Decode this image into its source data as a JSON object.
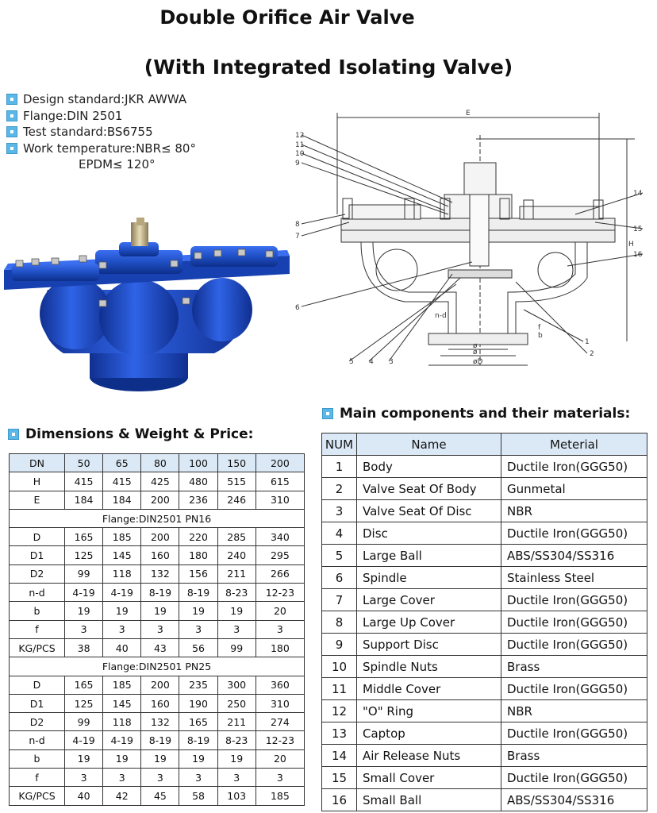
{
  "title_line1": "Double Orifice Air Valve",
  "title_line2": "(With Integrated Isolating Valve)",
  "specs": [
    "Design standard:JKR AWWA",
    "Flange:DIN 2501",
    "Test standard:BS6755",
    "Work temperature:NBR≤ 80°"
  ],
  "specs_continuation": "EPDM≤ 120°",
  "drawing_labels": {
    "E": "E",
    "H": "H",
    "nd": "n-d",
    "b": "b",
    "f": "f",
    "d1": "ø",
    "d2": "ø",
    "dD": "øD",
    "n1": "1",
    "n2": "2",
    "n3": "3",
    "n4": "4",
    "n5": "5",
    "n6": "6",
    "n7": "7",
    "n8": "8",
    "n9": "9",
    "n10": "10",
    "n11": "11",
    "n12": "12",
    "n14": "14",
    "n15": "15",
    "n16": "16"
  },
  "dimensions": {
    "heading": "Dimensions & Weight & Price:",
    "header": [
      "DN",
      "50",
      "65",
      "80",
      "100",
      "150",
      "200"
    ],
    "rows_top": [
      [
        "H",
        "415",
        "415",
        "425",
        "480",
        "515",
        "615"
      ],
      [
        "E",
        "184",
        "184",
        "200",
        "236",
        "246",
        "310"
      ]
    ],
    "pn16_label": "Flange:DIN2501 PN16",
    "rows_pn16": [
      [
        "D",
        "165",
        "185",
        "200",
        "220",
        "285",
        "340"
      ],
      [
        "D1",
        "125",
        "145",
        "160",
        "180",
        "240",
        "295"
      ],
      [
        "D2",
        "99",
        "118",
        "132",
        "156",
        "211",
        "266"
      ],
      [
        "n-d",
        "4-19",
        "4-19",
        "8-19",
        "8-19",
        "8-23",
        "12-23"
      ],
      [
        "b",
        "19",
        "19",
        "19",
        "19",
        "19",
        "20"
      ],
      [
        "f",
        "3",
        "3",
        "3",
        "3",
        "3",
        "3"
      ],
      [
        "KG/PCS",
        "38",
        "40",
        "43",
        "56",
        "99",
        "180"
      ]
    ],
    "pn25_label": "Flange:DIN2501 PN25",
    "rows_pn25": [
      [
        "D",
        "165",
        "185",
        "200",
        "235",
        "300",
        "360"
      ],
      [
        "D1",
        "125",
        "145",
        "160",
        "190",
        "250",
        "310"
      ],
      [
        "D2",
        "99",
        "118",
        "132",
        "165",
        "211",
        "274"
      ],
      [
        "n-d",
        "4-19",
        "4-19",
        "8-19",
        "8-19",
        "8-23",
        "12-23"
      ],
      [
        "b",
        "19",
        "19",
        "19",
        "19",
        "19",
        "20"
      ],
      [
        "f",
        "3",
        "3",
        "3",
        "3",
        "3",
        "3"
      ],
      [
        "KG/PCS",
        "40",
        "42",
        "45",
        "58",
        "103",
        "185"
      ]
    ]
  },
  "components": {
    "heading": "Main components and their materials:",
    "header": [
      "NUM",
      "Name",
      "Meterial"
    ],
    "rows": [
      [
        "1",
        "Body",
        "Ductile Iron(GGG50)"
      ],
      [
        "2",
        "Valve Seat Of Body",
        "Gunmetal"
      ],
      [
        "3",
        "Valve Seat Of Disc",
        "NBR"
      ],
      [
        "4",
        "Disc",
        "Ductile Iron(GGG50)"
      ],
      [
        "5",
        "Large Ball",
        "ABS/SS304/SS316"
      ],
      [
        "6",
        "Spindle",
        "Stainless Steel"
      ],
      [
        "7",
        "Large Cover",
        "Ductile Iron(GGG50)"
      ],
      [
        "8",
        "Large Up Cover",
        "Ductile Iron(GGG50)"
      ],
      [
        "9",
        "Support Disc",
        "Ductile Iron(GGG50)"
      ],
      [
        "10",
        "Spindle Nuts",
        "Brass"
      ],
      [
        "11",
        "Middle Cover",
        "Ductile Iron(GGG50)"
      ],
      [
        "12",
        "\"O\" Ring",
        "NBR"
      ],
      [
        "13",
        "Captop",
        "Ductile Iron(GGG50)"
      ],
      [
        "14",
        "Air Release Nuts",
        "Brass"
      ],
      [
        "15",
        "Small Cover",
        "Ductile Iron(GGG50)"
      ],
      [
        "16",
        "Small Ball",
        "ABS/SS304/SS316"
      ]
    ]
  },
  "colors": {
    "accent": "#5bb7e6",
    "table_header": "#dbe9f6",
    "valve_blue": "#1f4fc4"
  }
}
